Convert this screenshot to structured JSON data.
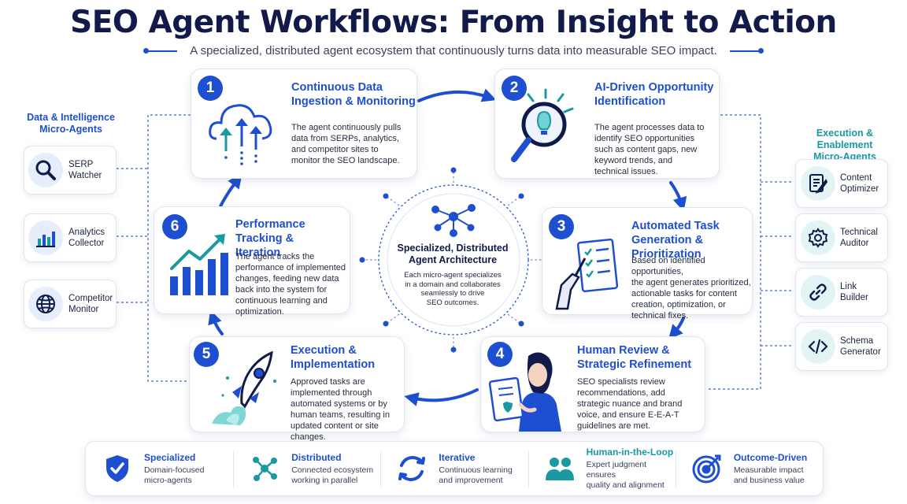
{
  "header": {
    "title": "SEO Agent Workflows: From Insight to Action",
    "subtitle": "A specialized, distributed agent ecosystem that continuously turns data into measurable SEO impact."
  },
  "colors": {
    "primary": "#1e4fd0",
    "teal": "#1a9aa0",
    "navy": "#111a48"
  },
  "left_panel": {
    "heading": [
      "Data & Intelligence",
      "Micro-Agents"
    ],
    "agents": [
      {
        "icon": "magnifier-icon",
        "label": [
          "SERP",
          "Watcher"
        ]
      },
      {
        "icon": "bar-chart-icon",
        "label": [
          "Analytics",
          "Collector"
        ]
      },
      {
        "icon": "globe-icon",
        "label": [
          "Competitor",
          "Monitor"
        ]
      }
    ]
  },
  "right_panel": {
    "heading": [
      "Execution & Enablement",
      "Micro-Agents"
    ],
    "agents": [
      {
        "icon": "edit-document-icon",
        "label": [
          "Content",
          "Optimizer"
        ]
      },
      {
        "icon": "gear-icon",
        "label": [
          "Technical",
          "Auditor"
        ]
      },
      {
        "icon": "link-icon",
        "label": [
          "Link",
          "Builder"
        ]
      },
      {
        "icon": "code-brackets-icon",
        "label": [
          "Schema",
          "Generator"
        ]
      }
    ]
  },
  "steps": [
    {
      "number": "1",
      "icon": "cloud-upload-icon",
      "title": [
        "Continuous Data",
        "Ingestion & Monitoring"
      ],
      "description": [
        "The agent continuously pulls",
        "data from SERPs, analytics,",
        "and competitor sites to",
        "monitor the SEO landscape."
      ]
    },
    {
      "number": "2",
      "icon": "lightbulb-magnifier-icon",
      "title": [
        "AI-Driven Opportunity",
        "Identification"
      ],
      "description": [
        "The agent processes data to",
        "identify SEO opportunities",
        "such as content gaps, new",
        "keyword trends, and",
        "technical issues."
      ]
    },
    {
      "number": "3",
      "icon": "robot-checklist-icon",
      "title": [
        "Automated Task",
        "Generation & Prioritization"
      ],
      "description": [
        "Based on identified opportunities,",
        "the agent generates prioritized,",
        "actionable tasks for content",
        "creation, optimization, or",
        "technical fixes."
      ]
    },
    {
      "number": "4",
      "icon": "reviewer-person-icon",
      "title": [
        "Human Review &",
        "Strategic Refinement"
      ],
      "description": [
        "SEO specialists review",
        "recommendations, add",
        "strategic nuance and brand",
        "voice, and ensure E-E-A-T",
        "guidelines are met."
      ]
    },
    {
      "number": "5",
      "icon": "rocket-icon",
      "title": [
        "Execution &",
        "Implementation"
      ],
      "description": [
        "Approved tasks are",
        "implemented through",
        "automated systems or by",
        "human teams, resulting in",
        "updated content or site",
        "changes."
      ]
    },
    {
      "number": "6",
      "icon": "growth-chart-icon",
      "title": [
        "Performance Tracking &",
        "Iteration"
      ],
      "description": [
        "The agent tracks the",
        "performance of implemented",
        "changes, feeding new data",
        "back into the system for",
        "continuous learning and",
        "optimization."
      ]
    }
  ],
  "center": {
    "icon": "network-nodes-icon",
    "title": [
      "Specialized, Distributed",
      "Agent Architecture"
    ],
    "description": [
      "Each micro-agent specializes",
      "in a domain and collaborates",
      "seamlessly to drive",
      "SEO outcomes."
    ]
  },
  "features": [
    {
      "icon": "shield-check-icon",
      "title": "Specialized",
      "description": [
        "Domain-focused",
        "micro-agents"
      ]
    },
    {
      "icon": "network-icon",
      "title": "Distributed",
      "description": [
        "Connected ecosystem",
        "working in parallel"
      ]
    },
    {
      "icon": "cycle-arrows-icon",
      "title": "Iterative",
      "description": [
        "Continuous learning",
        "and improvement"
      ]
    },
    {
      "icon": "people-icon",
      "title": "Human-in-the-Loop",
      "description": [
        "Expert judgment ensures",
        "quality and alignment"
      ]
    },
    {
      "icon": "target-icon",
      "title": "Outcome-Driven",
      "description": [
        "Measurable impact",
        "and business value"
      ]
    }
  ]
}
